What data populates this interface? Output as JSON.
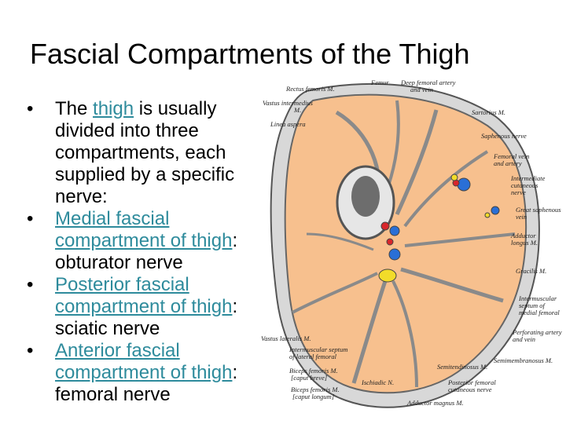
{
  "title": "Fascial Compartments of the Thigh",
  "bullets": [
    {
      "pre": "The ",
      "link": "thigh",
      "post": " is usually divided into three compartments, each supplied by a specific nerve:"
    },
    {
      "link": "Medial fascial compartment of thigh",
      "post": ": obturator nerve"
    },
    {
      "link": "Posterior fascial compartment of thigh",
      "post": ": sciatic nerve"
    },
    {
      "link": "Anterior fascial compartment of thigh",
      "post": ": femoral nerve"
    }
  ],
  "figure_labels": {
    "rectus_femoris": "Rectus femoris M.",
    "femur": "Femur",
    "deep_femoral": "Deep femoral artery",
    "deep_femoral_2": "and vein",
    "vastus_intermedius": "Vastus intermedius",
    "vastus_intermedius_2": "M.",
    "linea_aspera": "Linea aspera",
    "sartorius": "Sartorius M.",
    "saphenous_nerve": "Saphenous nerve",
    "femoral_vein": "Femoral vein",
    "femoral_vein_2": "and artery",
    "intermediate_cut": "Intermediate",
    "intermediate_cut_2": "cutaneous",
    "intermediate_cut_3": "nerve",
    "great_saphenous": "Great saphenous",
    "great_saphenous_2": "vein",
    "adductor_longus": "Adductor",
    "adductor_longus_2": "longus M.",
    "gracilis": "Gracilis M.",
    "intermuscular_medial": "Intermuscular",
    "intermuscular_medial_2": "septum of",
    "intermuscular_medial_3": "medial femoral",
    "perforating": "Perforating artery",
    "perforating_2": "and vein",
    "semimembranosus": "Semimembranosus M.",
    "vastus_lateralis": "Vastus lateralis M.",
    "intermuscular_lateral": "Intermuscular septum",
    "intermuscular_lateral_2": "of lateral femoral",
    "biceps_short": "Biceps femoris M.",
    "biceps_short_2": "[caput breve]",
    "biceps_long": "Biceps femoris M.",
    "biceps_long_2": "[caput longum]",
    "ischiadic": "Ischiadic N.",
    "semitendinosus": "Semitendinosus M.",
    "posterior_cut": "Posterior femoral",
    "posterior_cut_2": "cutaneous nerve",
    "adductor_magnus": "Adductor magnus M."
  }
}
